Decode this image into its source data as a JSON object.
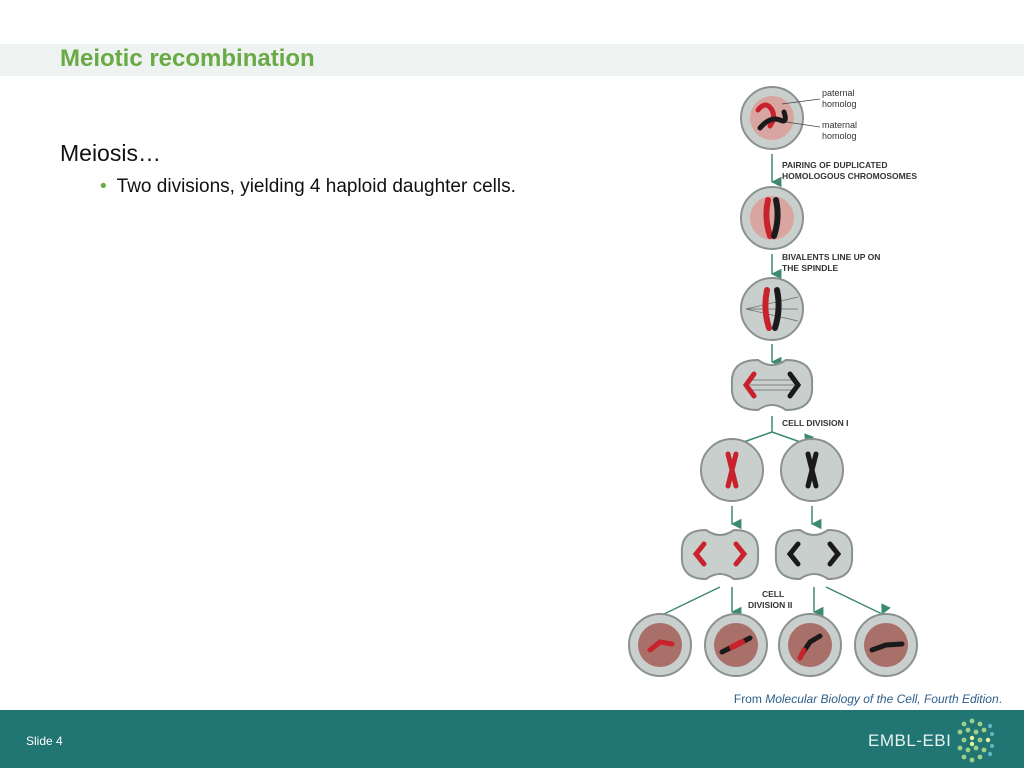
{
  "slide": {
    "title": "Meiotic recombination",
    "heading": "Meiosis…",
    "bullets": [
      "Two divisions, yielding 4 haploid daughter cells."
    ],
    "bullet_glyph": "•"
  },
  "figure": {
    "labels": {
      "paternal_1": "paternal",
      "paternal_2": "homolog",
      "maternal_1": "maternal",
      "maternal_2": "homolog",
      "pairing_1": "PAIRING OF DUPLICATED",
      "pairing_2": "HOMOLOGOUS CHROMOSOMES",
      "bivalents_1": "BIVALENTS LINE UP ON",
      "bivalents_2": "THE SPINDLE",
      "division1": "CELL DIVISION I",
      "division2_1": "CELL",
      "division2_2": "DIVISION II"
    },
    "caption_prefix": "From ",
    "caption_source": "Molecular Biology of the Cell, Fourth Edition",
    "caption_suffix": "."
  },
  "footer": {
    "slide_label": "Slide 4",
    "brand": "EMBL-EBI"
  },
  "colors": {
    "title": "#6aaa45",
    "footer": "#217572",
    "paternal": "#c8232c",
    "maternal": "#1a1a1a",
    "arrow": "#3d8a6e"
  },
  "icons": [
    "arrow-down-icon",
    "embl-ebi-logo-icon"
  ]
}
